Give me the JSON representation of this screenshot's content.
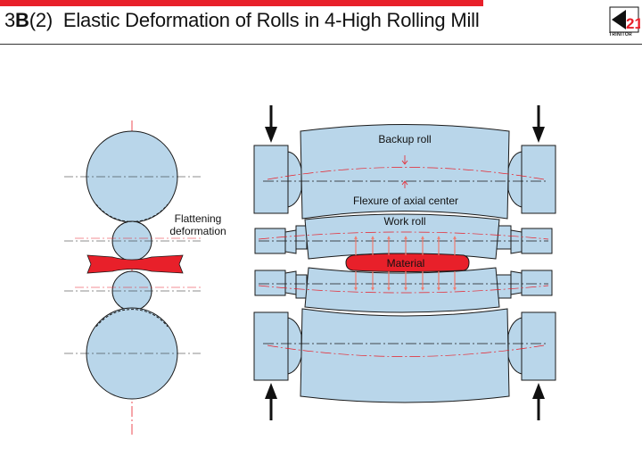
{
  "header": {
    "prefix": "3",
    "code": "B",
    "suffix": "(2)",
    "title": "Elastic Deformation of Rolls in 4-High Rolling Mill"
  },
  "logo": {
    "numeral": "21",
    "caption": "TRINITOR"
  },
  "labels": {
    "flattening_line1": "Flattening",
    "flattening_line2": "deformation",
    "backup_roll": "Backup roll",
    "flexure": "Flexure of axial center",
    "work_roll": "Work roll",
    "material": "Material"
  },
  "colors": {
    "roll_fill": "#b9d6ea",
    "material_red": "#e8202a",
    "accent_red": "#e8202a",
    "arrow_red": "#f07b6e",
    "outline": "#1a1a1a"
  }
}
